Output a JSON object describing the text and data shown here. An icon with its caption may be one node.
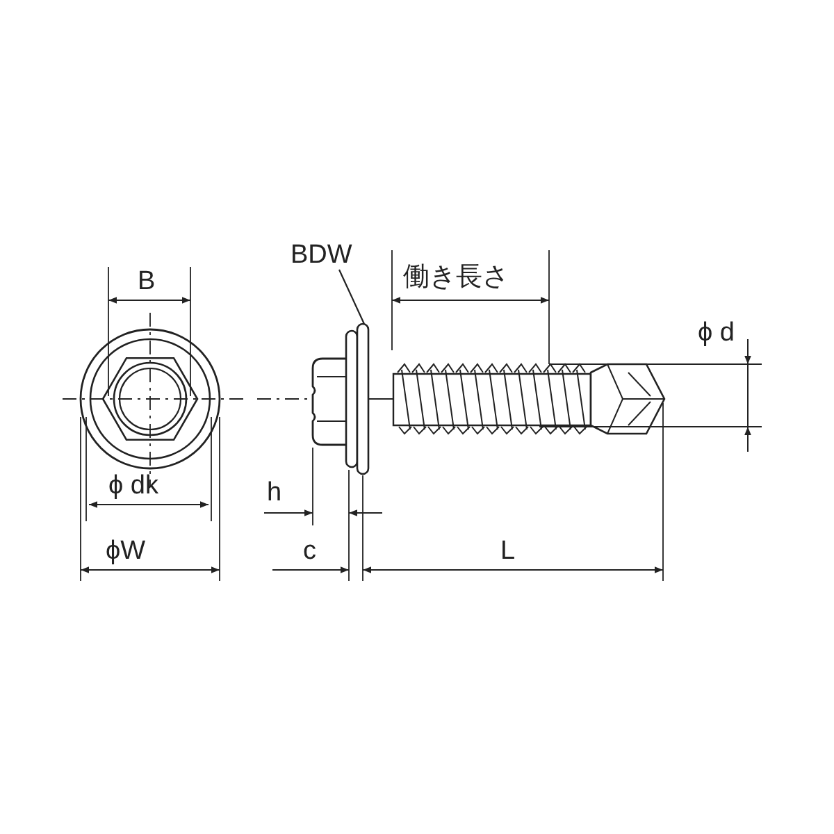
{
  "diagram": {
    "nodes": [
      {
        "text": [
          "BDW"
        ]
      },
      {
        "text": [],
        "shape": "picture"
      }
    ],
    "edges": [
      {
        "from": 0,
        "to": 1,
        "arrow": "none"
      }
    ],
    "labels": [
      "B",
      "働き長さ",
      "ϕ d",
      "ϕ dk",
      "h",
      "ϕW",
      "c",
      "L"
    ]
  }
}
